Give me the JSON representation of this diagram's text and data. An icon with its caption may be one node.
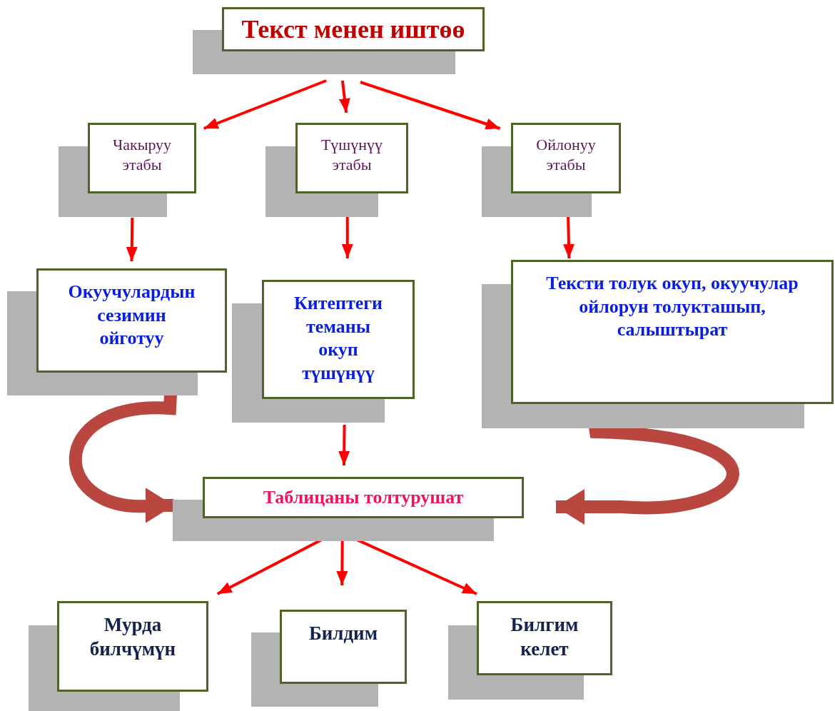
{
  "diagram": {
    "nodes": [
      {
        "text": [
          "Текст менен иштөө"
        ]
      },
      {
        "text": [
          "Чакыруу этабы"
        ]
      },
      {
        "text": [
          "Түшүнүү этабы"
        ]
      },
      {
        "text": [
          "Ойлонуу этабы"
        ]
      },
      {
        "text": [
          "Окуучулардын сезимин ойготуу"
        ]
      },
      {
        "text": [
          "Китептеги теманы окуп түшүнүү"
        ]
      },
      {
        "text": [
          "Тексти толук окуп, окуучулар ойлорун толукташып, салыштырат"
        ]
      },
      {
        "text": [
          "Таблицаны толтурушат"
        ]
      },
      {
        "text": [
          "Мурда билчүмүн"
        ]
      },
      {
        "text": [
          "Билдим"
        ]
      },
      {
        "text": [
          "Билгим келет"
        ]
      }
    ],
    "edges": [
      {
        "from": 0,
        "to": 1,
        "arrow": "to"
      },
      {
        "from": 0,
        "to": 2,
        "arrow": "to"
      },
      {
        "from": 0,
        "to": 3,
        "arrow": "to"
      },
      {
        "from": 1,
        "to": 4,
        "arrow": "to"
      },
      {
        "from": 2,
        "to": 5,
        "arrow": "to"
      },
      {
        "from": 3,
        "to": 6,
        "arrow": "to"
      },
      {
        "from": 5,
        "to": 7,
        "arrow": "to"
      },
      {
        "from": 4,
        "to": 7,
        "arrow": "to",
        "style": "thick",
        "color": "#b9473f"
      },
      {
        "from": 6,
        "to": 7,
        "arrow": "to",
        "style": "thick",
        "color": "#b9473f"
      },
      {
        "from": 7,
        "to": 8,
        "arrow": "to"
      },
      {
        "from": 7,
        "to": 9,
        "arrow": "to"
      },
      {
        "from": 7,
        "to": 10,
        "arrow": "to"
      }
    ]
  }
}
